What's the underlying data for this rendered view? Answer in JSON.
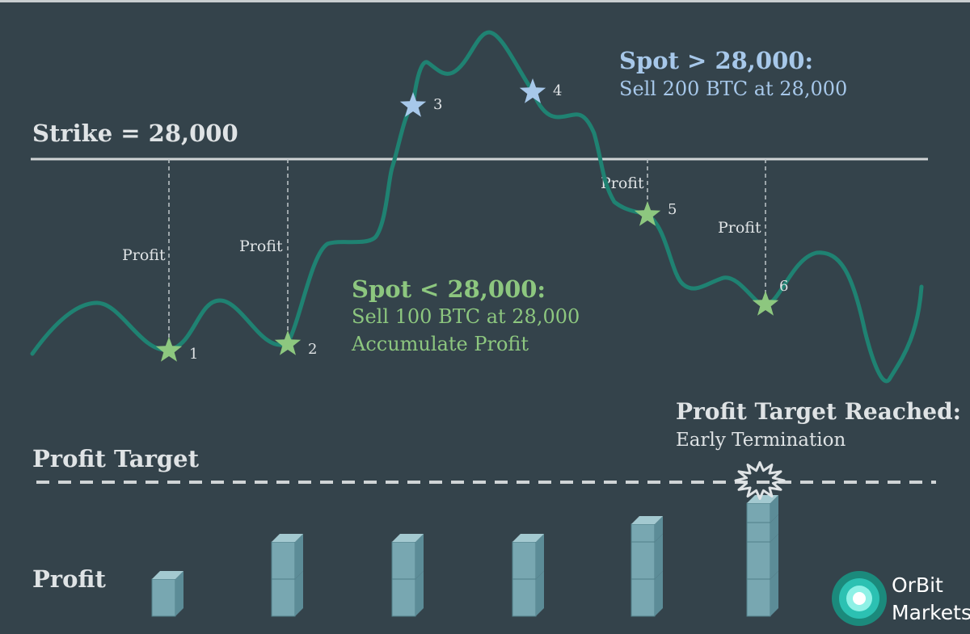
{
  "strike": {
    "label": "Strike = 28,000"
  },
  "profit_labels": [
    "Profit",
    "Profit",
    "Profit",
    "Profit"
  ],
  "point_labels": [
    "1",
    "2",
    "3",
    "4",
    "5",
    "6"
  ],
  "above": {
    "title": "Spot > 28,000:",
    "line1": "Sell 200 BTC at 28,000"
  },
  "below": {
    "title": "Spot < 28,000:",
    "line1": "Sell 100 BTC at 28,000",
    "line2": "Accumulate Profit"
  },
  "target": {
    "title": "Profit Target Reached:",
    "subtitle": "Early Termination"
  },
  "profit_target_label": "Profit Target",
  "profit_label": "Profit",
  "profit_bars": [
    1,
    2,
    2,
    2,
    3,
    4
  ],
  "logo": {
    "line1": "OrBit",
    "line2": "Markets"
  },
  "colors": {
    "background": "#34434b",
    "curve": "#1f8272",
    "green": "#8dc77f",
    "blue": "#a7c8ea",
    "text_light": "#dfe3e5",
    "cube_front": "#78a7b1",
    "cube_top": "#a3c9d0",
    "cube_side": "#5c8c97"
  }
}
